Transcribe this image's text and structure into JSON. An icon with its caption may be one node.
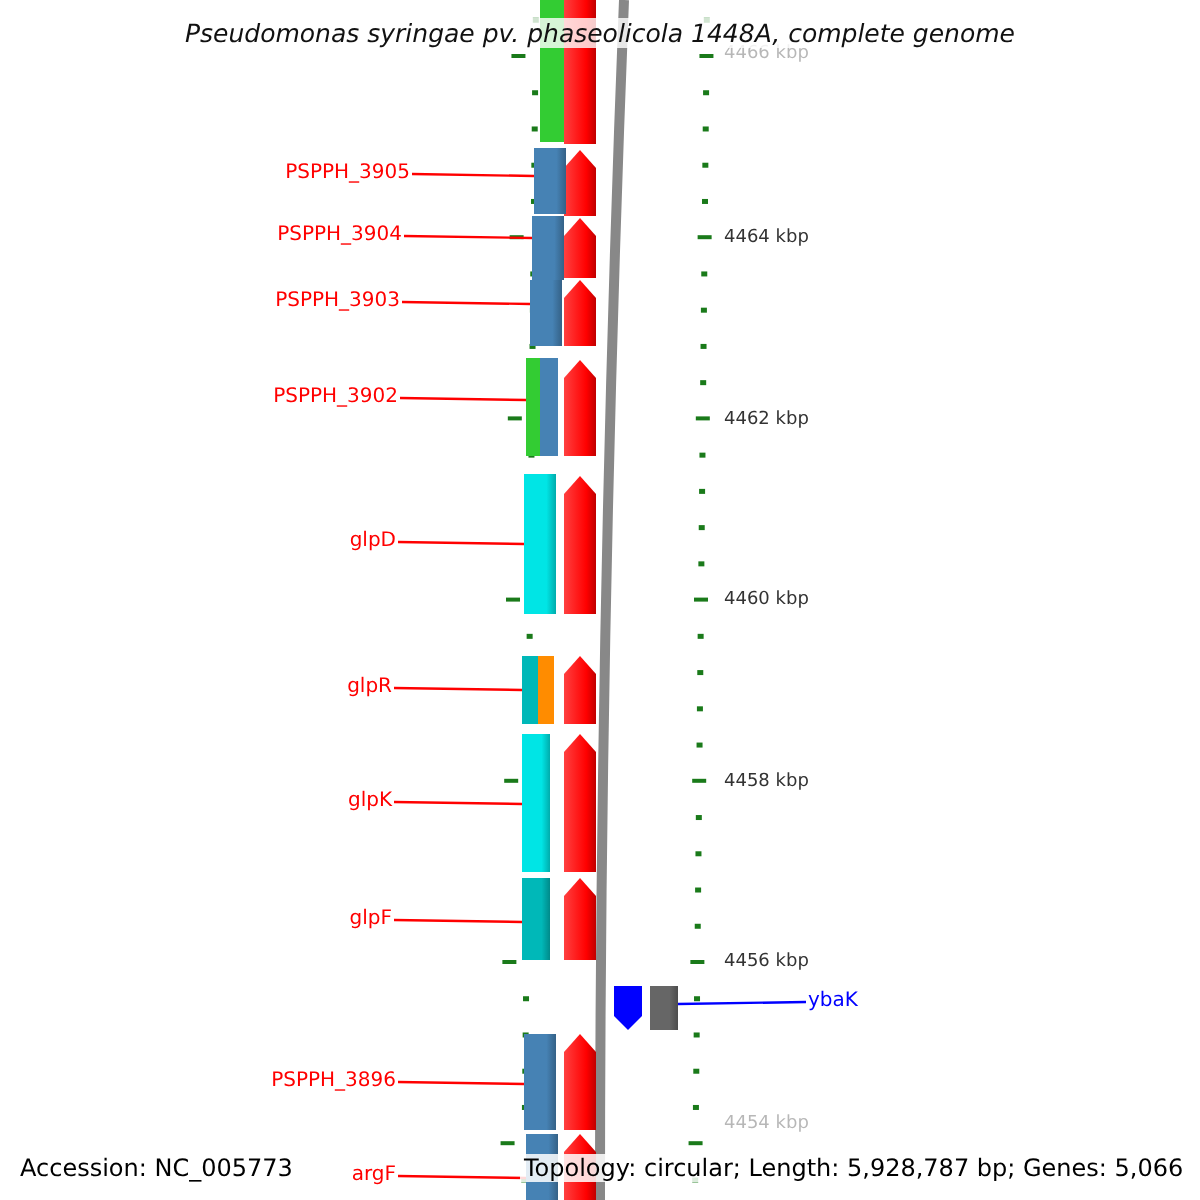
{
  "diagram": {
    "title": "Pseudomonas syringae pv. phaseolicola 1448A, complete genome",
    "nodes": [
      {
        "text": [
          "PSPPH_3905"
        ]
      },
      {
        "text": [
          "PSPPH_3904"
        ]
      },
      {
        "text": [
          "PSPPH_3903"
        ]
      },
      {
        "text": [
          "PSPPH_3902"
        ]
      },
      {
        "text": [
          "glpD"
        ]
      },
      {
        "text": [
          "glpR"
        ]
      },
      {
        "text": [
          "glpK"
        ]
      },
      {
        "text": [
          "glpF"
        ]
      },
      {
        "text": [
          "ybaK"
        ]
      },
      {
        "text": [
          "PSPPH_3896"
        ]
      },
      {
        "text": [
          "argF"
        ]
      },
      {
        "text": [],
        "shape": "bar"
      },
      {
        "text": [],
        "shape": "bar"
      },
      {
        "text": [],
        "shape": "bar"
      },
      {
        "text": [],
        "shape": "bar"
      },
      {
        "text": [],
        "shape": "bar"
      },
      {
        "text": [],
        "shape": "bar"
      },
      {
        "text": [],
        "shape": "bar"
      },
      {
        "text": [],
        "shape": "bar"
      },
      {
        "text": [],
        "shape": "bar"
      },
      {
        "text": [],
        "shape": "bar"
      },
      {
        "text": [],
        "shape": "bar"
      }
    ],
    "edges": [
      {
        "from": 0,
        "to": 11,
        "arrow": "none"
      },
      {
        "from": 1,
        "to": 12,
        "arrow": "none"
      },
      {
        "from": 2,
        "to": 13,
        "arrow": "none"
      },
      {
        "from": 3,
        "to": 14,
        "arrow": "none"
      },
      {
        "from": 4,
        "to": 15,
        "arrow": "none"
      },
      {
        "from": 5,
        "to": 16,
        "arrow": "none"
      },
      {
        "from": 6,
        "to": 17,
        "arrow": "none"
      },
      {
        "from": 7,
        "to": 18,
        "arrow": "none"
      },
      {
        "from": 8,
        "to": 19,
        "arrow": "none",
        "color": "#0000ff"
      },
      {
        "from": 9,
        "to": 20,
        "arrow": "none"
      },
      {
        "from": 10,
        "to": 21,
        "arrow": "none"
      }
    ],
    "labels": [
      "4466 kbp",
      "4464 kbp",
      "4462 kbp",
      "4460 kbp",
      "4458 kbp",
      "4456 kbp",
      "4454 kbp",
      "Accession: NC_005773",
      "Topology: circular; Length: 5,928,787 bp; Genes: 5,066"
    ]
  }
}
